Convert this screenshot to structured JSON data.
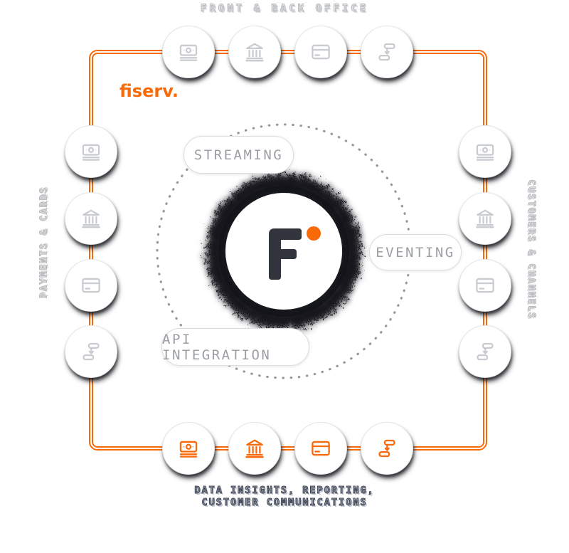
{
  "brand": {
    "logo_text": "fiserv.",
    "orange": "#f8690a"
  },
  "center": {
    "letter": "F",
    "letter_color": "#33353e",
    "dot_color": "#f8690a"
  },
  "orbit": {
    "ring_dot_color": "#95979b",
    "pills": [
      {
        "id": "streaming",
        "label": "STREAMING"
      },
      {
        "id": "eventing",
        "label": "EVENTING"
      },
      {
        "id": "api-integration",
        "label": "API INTEGRATION"
      }
    ]
  },
  "perimeter": {
    "line_color": "#f8690a",
    "sides": {
      "top": {
        "label": "FRONT & BACK OFFICE",
        "icon_color": "#c8cbd0",
        "icons": [
          "cash-icon",
          "bank-icon",
          "card-icon",
          "flow-icon"
        ]
      },
      "left": {
        "label": "PAYMENTS & CARDS",
        "icon_color": "#c8cbd0",
        "icons": [
          "cash-icon",
          "bank-icon",
          "card-icon",
          "flow-icon"
        ]
      },
      "right": {
        "label": "CUSTOMERS & CHANNELS",
        "icon_color": "#c8cbd0",
        "icons": [
          "cash-icon",
          "bank-icon",
          "card-icon",
          "flow-icon"
        ]
      },
      "bottom": {
        "label_line1": "DATA INSIGHTS, REPORTING,",
        "label_line2": "CUSTOMER COMMUNICATIONS",
        "icon_color": "#f8690a",
        "icons": [
          "cash-icon",
          "bank-icon",
          "card-icon",
          "flow-icon"
        ]
      }
    }
  }
}
